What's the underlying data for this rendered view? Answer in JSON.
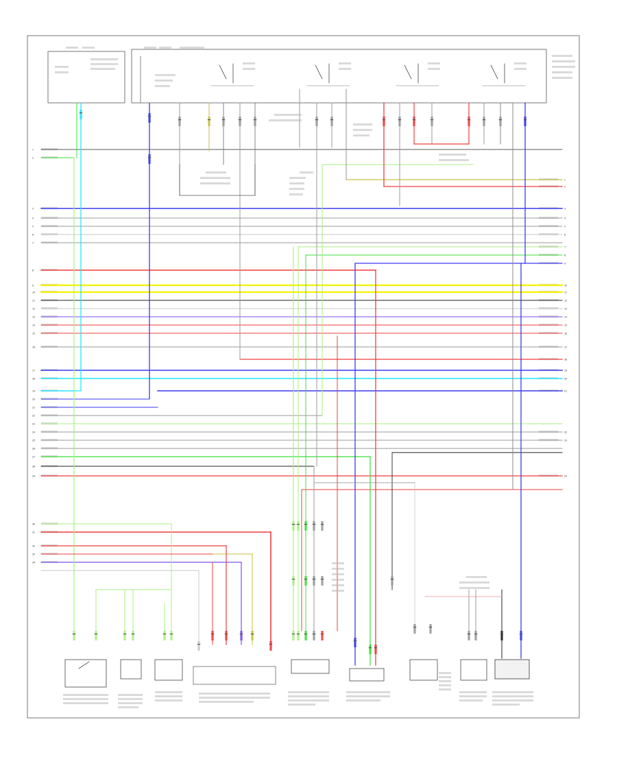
{
  "diagram": {
    "footer_code": "",
    "colors": {
      "frame": "#555555",
      "blue": "#3a3af0",
      "red": "#f03c3c",
      "yellow": "#f2f200",
      "cyan": "#22e6ff",
      "green": "#38e038",
      "lightgreen": "#a8f080",
      "gray": "#9a9a9a",
      "lightgray": "#c8c8c8",
      "black": "#222222",
      "violet": "#7a4cf0",
      "olive": "#c8c040",
      "pink": "#f09090"
    },
    "left_pins": [
      "1",
      "2",
      "3",
      "4",
      "5",
      "6",
      "7",
      "8",
      "9",
      "10",
      "11",
      "12",
      "13",
      "14",
      "15",
      "16",
      "17",
      "18",
      "19",
      "20",
      "21",
      "22",
      "23",
      "24",
      "25",
      "26",
      "27",
      "28",
      "29",
      "30",
      "31",
      "32",
      "33",
      "34"
    ],
    "right_pins": [
      "1",
      "2",
      "3",
      "4",
      "5",
      "6",
      "7",
      "8",
      "9",
      "10",
      "11",
      "12",
      "13",
      "14",
      "15",
      "16",
      "17",
      "18",
      "19",
      "20",
      "21",
      "22",
      "23",
      "24"
    ]
  }
}
